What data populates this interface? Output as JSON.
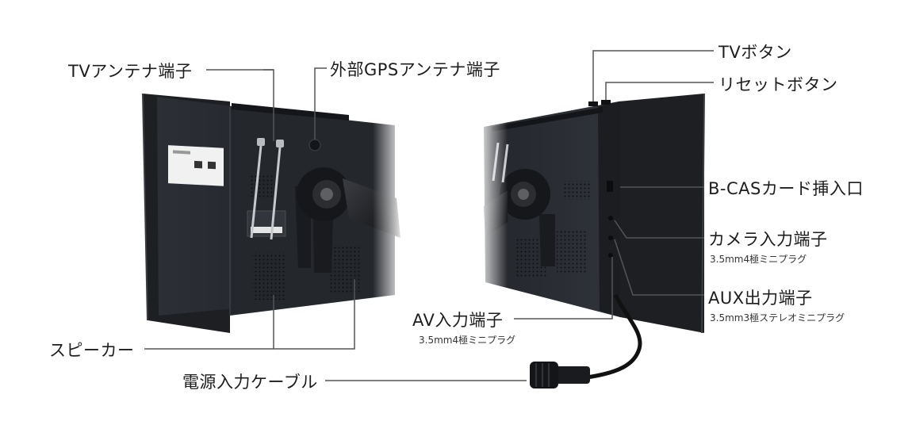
{
  "labels": {
    "tv_antenna": "TVアンテナ端子",
    "gps_antenna": "外部GPSアンテナ端子",
    "speaker": "スピーカー",
    "power_cable": "電源入力ケーブル",
    "tv_button": "TVボタン",
    "reset_button": "リセットボタン",
    "bcas_slot": "B-CASカード挿入口",
    "camera_input": "カメラ入力端子",
    "camera_input_sub": "3.5mm4極ミニプラグ",
    "aux_output": "AUX出力端子",
    "aux_output_sub": "3.5mm3極ステレオミニプラグ",
    "av_input": "AV入力端子",
    "av_input_sub": "3.5mm4極ミニプラグ"
  },
  "colors": {
    "device_body": "#1f2126",
    "device_back": "#2a2d33",
    "leader_line": "#555555"
  }
}
